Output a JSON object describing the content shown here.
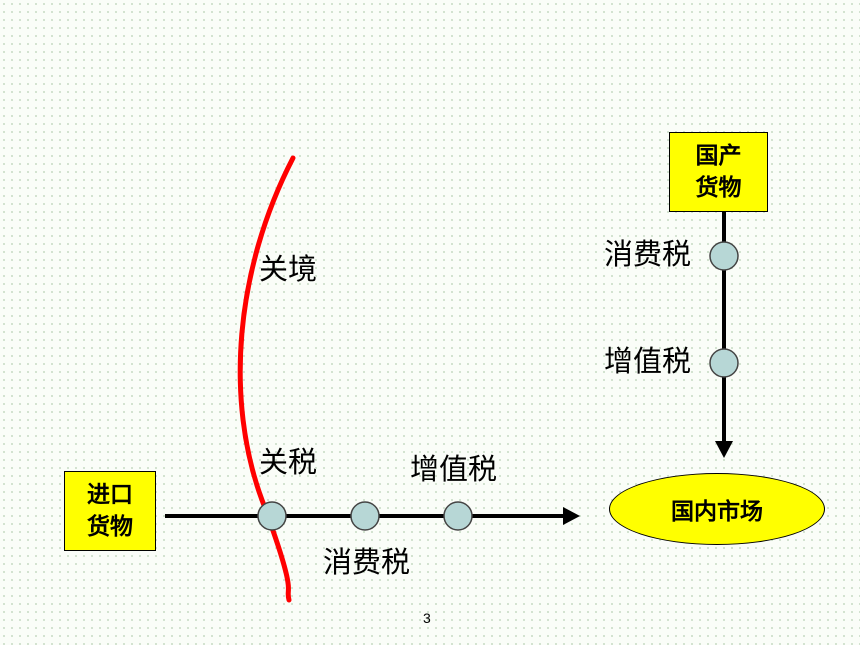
{
  "slide": {
    "page_number": "3"
  },
  "labels": {
    "border": "关境",
    "tariff": "关税",
    "vat_import": "增值税",
    "consumption_import": "消费税",
    "consumption_domestic": "消费税",
    "vat_domestic": "增值税"
  },
  "boxes": {
    "imported_goods_line1": "进口",
    "imported_goods_line2": "货物",
    "domestic_goods_line1": "国产",
    "domestic_goods_line2": "货物",
    "domestic_market": "国内市场"
  },
  "colors": {
    "box_fill": "#ffff00",
    "border_curve": "#ff0000",
    "node_fill": "#b7d7d6",
    "arrow": "#000000"
  }
}
